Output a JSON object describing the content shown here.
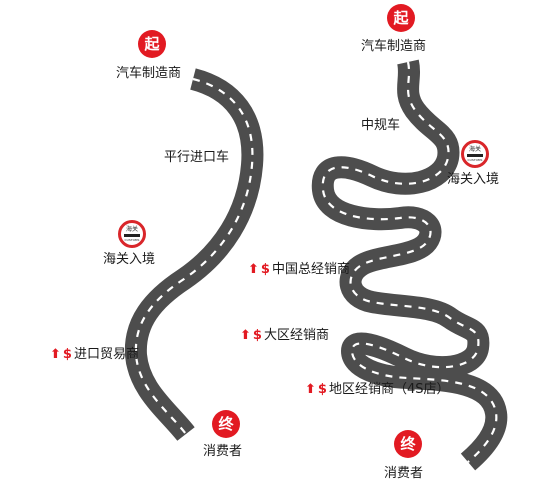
{
  "left_route": {
    "start_badge": "起",
    "manufacturer": "汽车制造商",
    "route_label": "平行进口车",
    "customs_icon_text": "海关",
    "customs_icon_subtext": "CUSTOMS",
    "customs_label": "海关入境",
    "trader_arrow": "⬆",
    "trader_money": "$",
    "trader_label": "进口贸易商",
    "end_badge": "终",
    "consumer": "消费者"
  },
  "right_route": {
    "start_badge": "起",
    "manufacturer": "汽车制造商",
    "route_label": "中规车",
    "customs_icon_text": "海关",
    "customs_icon_subtext": "CUSTOMS",
    "customs_label": "海关入境",
    "national_arrow": "⬆",
    "national_money": "$",
    "national_label": "中国总经销商",
    "regional_arrow": "⬆",
    "regional_money": "$",
    "regional_label": "大区经销商",
    "local_arrow": "⬆",
    "local_money": "$",
    "local_label": "地区经销商（4S店）",
    "end_badge": "终",
    "consumer": "消费者"
  },
  "colors": {
    "badge": "#e21a22",
    "road": "#4d4d4d",
    "road_dash": "#ffffff"
  }
}
